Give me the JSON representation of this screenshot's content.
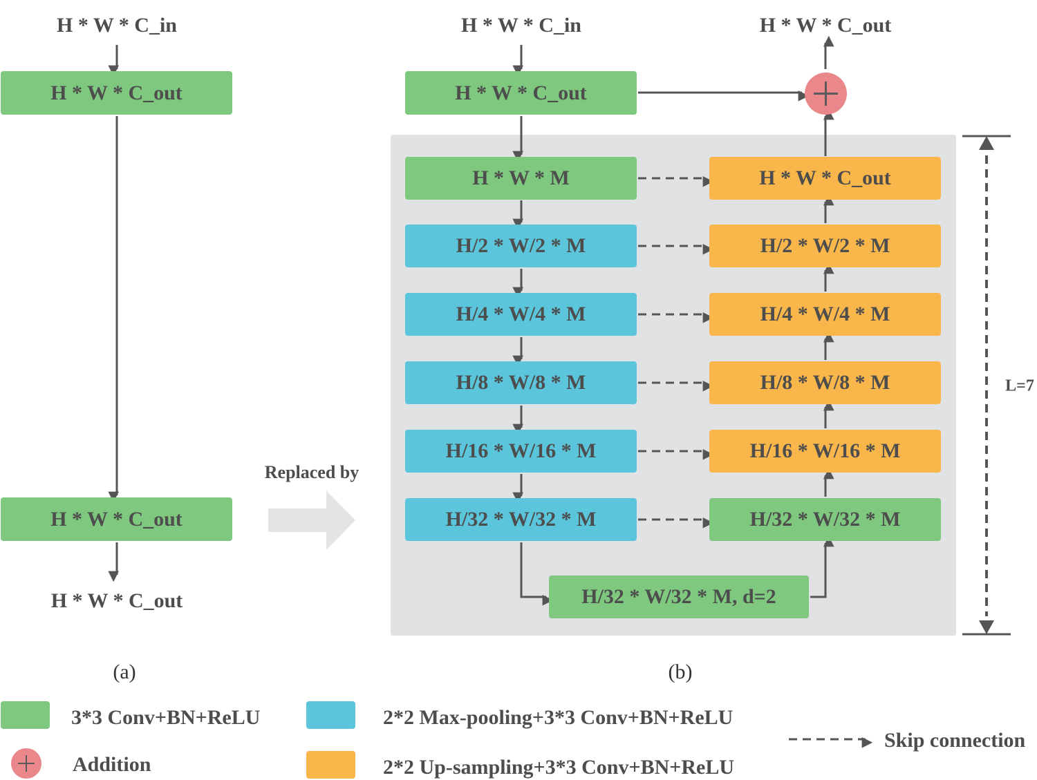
{
  "panel_a": {
    "input_label": "H * W * C_in",
    "conv1": "H * W * C_out",
    "conv2": "H * W * C_out",
    "output_label": "H * W * C_out",
    "caption": "(a)"
  },
  "replaced_by": "Replaced by",
  "panel_b": {
    "input_label": "H * W * C_in",
    "output_label": "H * W * C_out",
    "conv_in": "H * W * C_out",
    "encoder": [
      "H * W * M",
      "H/2 * W/2 * M",
      "H/4 * W/4 * M",
      "H/8 * W/8 * M",
      "H/16 * W/16 * M",
      "H/32 * W/32 * M"
    ],
    "decoder": [
      "H * W * C_out",
      "H/2 * W/2 * M",
      "H/4 * W/4 * M",
      "H/8 * W/8 * M",
      "H/16 * W/16 * M",
      "H/32 * W/32 * M"
    ],
    "bottom": "H/32 * W/32 * M, d=2",
    "depth_label": "L=7",
    "caption": "(b)"
  },
  "legend": {
    "conv": "3*3 Conv+BN+ReLU",
    "maxpool": "2*2 Max-pooling+3*3 Conv+BN+ReLU",
    "addition": "Addition",
    "upsample": "2*2 Up-sampling+3*3 Conv+BN+ReLU",
    "skip": "Skip connection"
  },
  "colors": {
    "conv": "#7ec87f",
    "maxpool": "#5bc6db",
    "upsample": "#f9b64b",
    "addition": "#ea878a",
    "panel": "#e1e2e4",
    "line": "#555555"
  }
}
